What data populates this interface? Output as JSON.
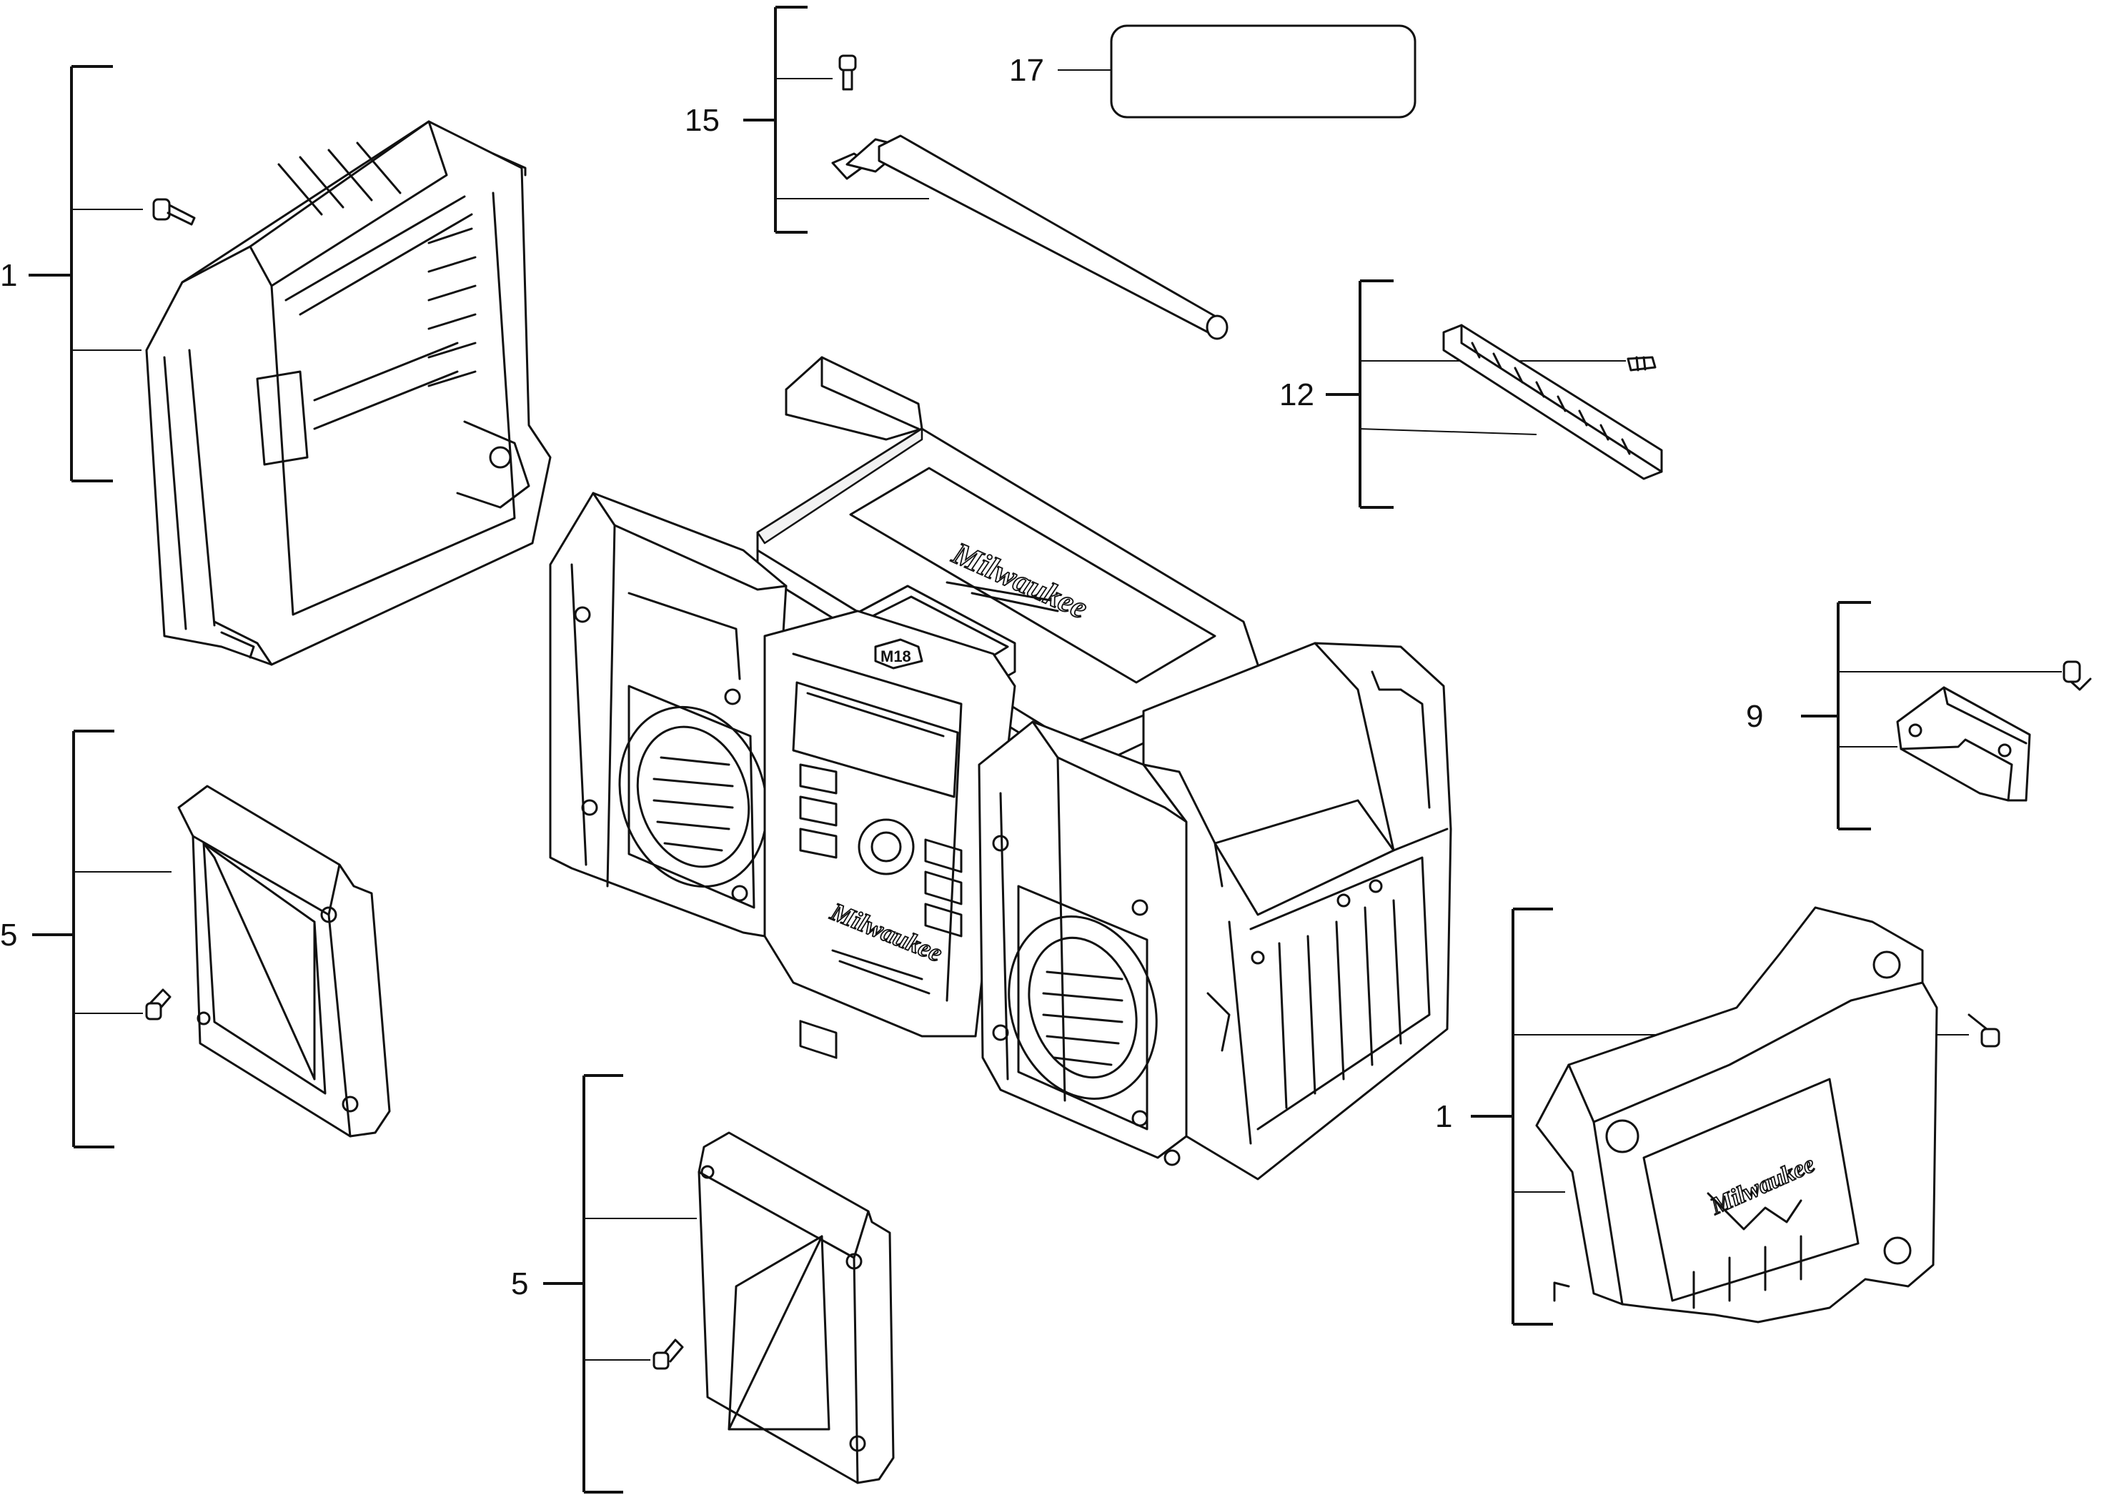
{
  "diagram": {
    "callouts": {
      "c1_left": "1",
      "c1_right": "1",
      "c5_left": "5",
      "c5_bottom": "5",
      "c9": "9",
      "c12": "12",
      "c15": "15",
      "c17": "17"
    },
    "brand_mark": "Milwaukee",
    "badge_text": "M18",
    "label_box_text": ""
  }
}
